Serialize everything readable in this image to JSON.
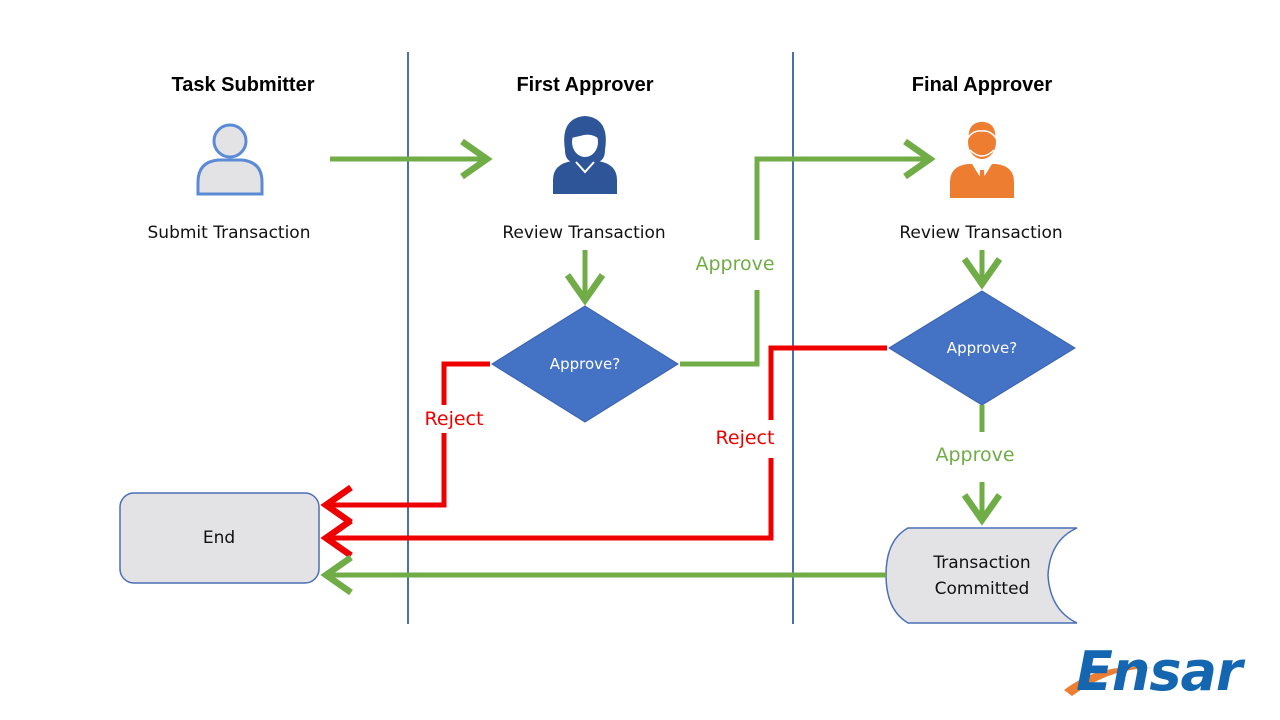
{
  "lanes": {
    "submitter_title": "Task Submitter",
    "first_title": "First Approver",
    "final_title": "Final Approver"
  },
  "steps": {
    "submit": "Submit Transaction",
    "review_first": "Review Transaction",
    "review_final": "Review Transaction"
  },
  "decisions": {
    "first": "Approve?",
    "final": "Approve?"
  },
  "flow_labels": {
    "approve_first": "Approve",
    "reject_first": "Reject",
    "reject_final": "Reject",
    "approve_final": "Approve"
  },
  "terminals": {
    "end": "End",
    "committed_line1": "Transaction",
    "committed_line2": "Committed"
  },
  "brand": {
    "name": "Ensar"
  },
  "colors": {
    "approve_arrow": "#70ad47",
    "reject_arrow": "#ee0000",
    "lane_divider": "#4a6fb5",
    "decision_fill": "#4472c4",
    "submitter_icon": "#5b8bd5",
    "first_approver_icon": "#2e5597",
    "final_approver_icon": "#ed7d31",
    "brand_blue": "#1466b0",
    "brand_orange": "#ed7d31"
  }
}
